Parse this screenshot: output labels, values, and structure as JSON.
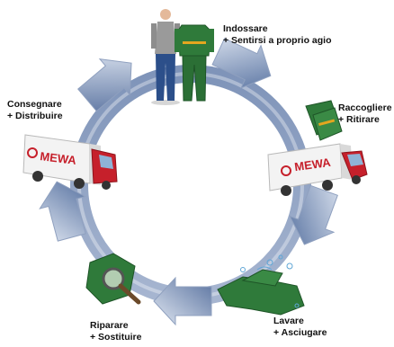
{
  "diagram": {
    "steps": [
      {
        "id": "wear",
        "line1": "Indossare",
        "line2": "+ Sentirsi a proprio agio"
      },
      {
        "id": "collect",
        "line1": "Raccogliere",
        "line2": "+ Ritirare"
      },
      {
        "id": "wash",
        "line1": "Lavare",
        "line2": "+ Asciugare"
      },
      {
        "id": "repair",
        "line1": "Riparare",
        "line2": "+ Sostituire"
      },
      {
        "id": "deliver",
        "line1": "Consegnare",
        "line2": "+ Distribuire"
      }
    ],
    "truck_logo_text": "MEWA",
    "colors": {
      "arrow_light": "#c9d4e6",
      "arrow_dark": "#5f77a3",
      "truck_red": "#c6202b",
      "garment_green": "#2f7a3a"
    }
  }
}
